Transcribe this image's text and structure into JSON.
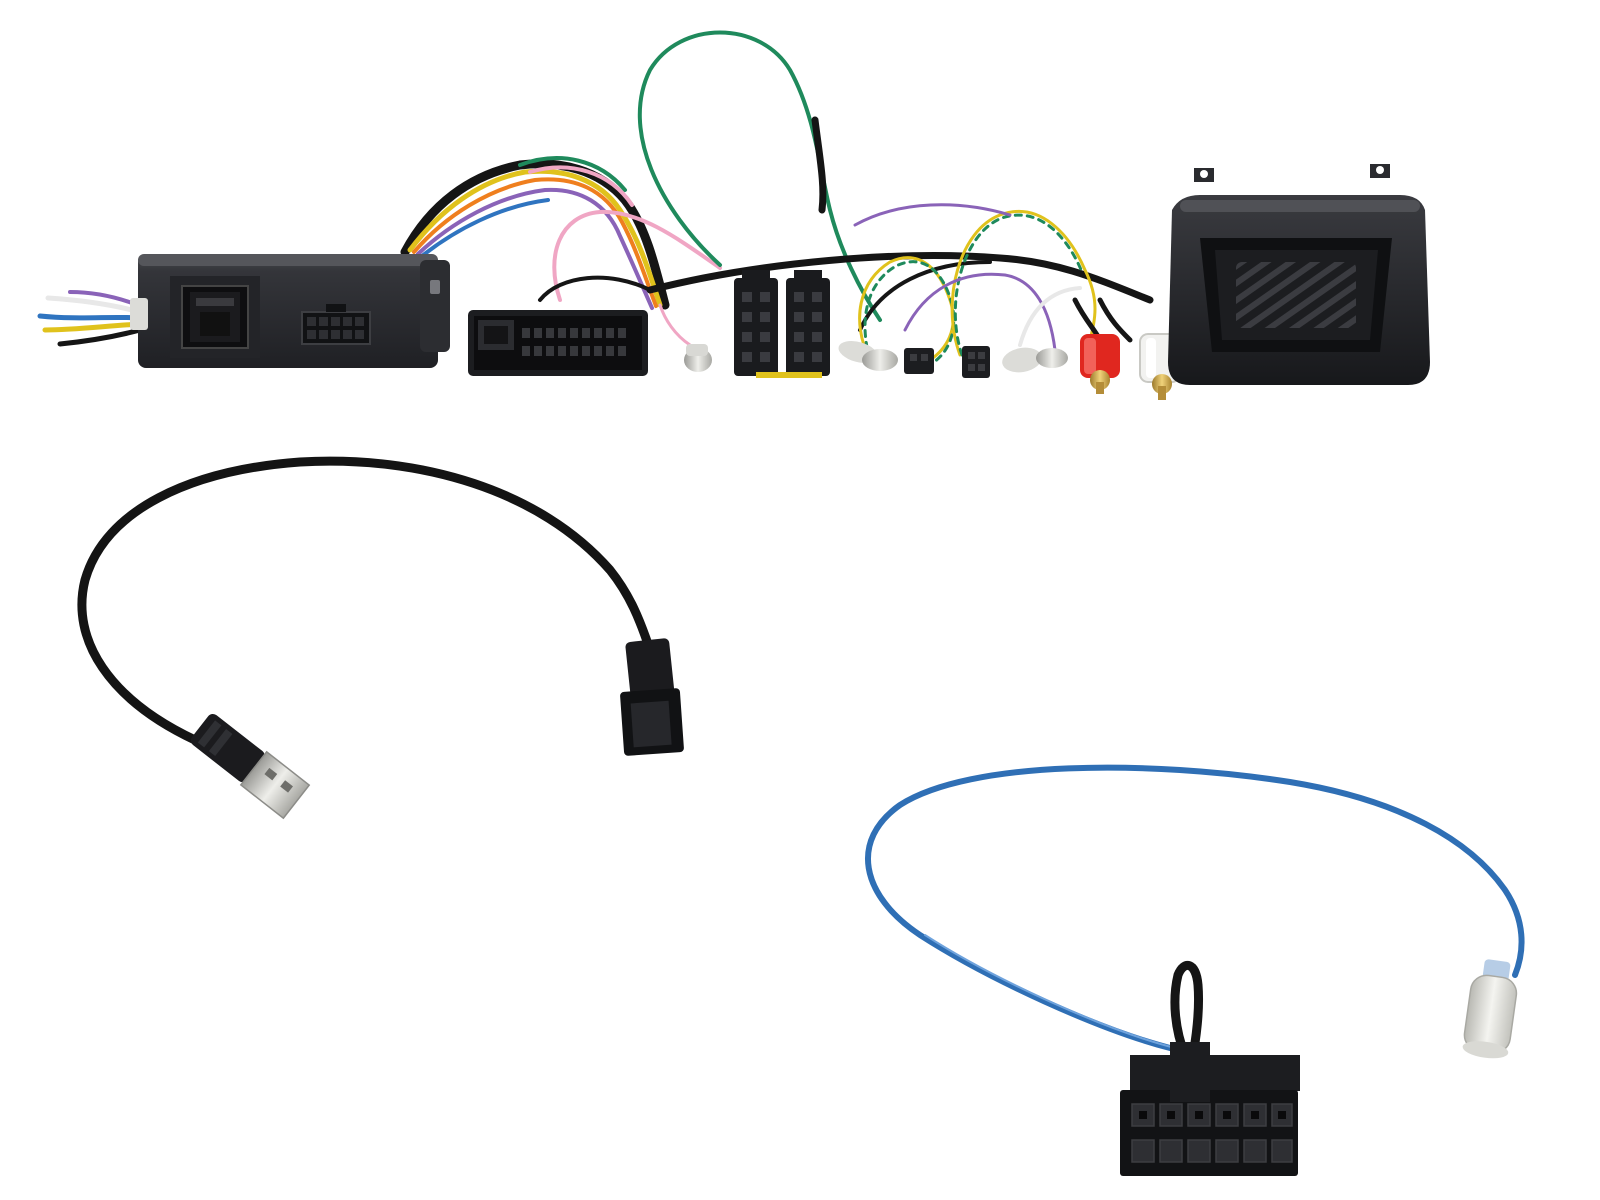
{
  "image": {
    "background": "#ffffff",
    "subjects": [
      {
        "name": "control-interface-box",
        "kind": "module"
      },
      {
        "name": "quadlock-connector",
        "kind": "connector"
      },
      {
        "name": "iso-connectors",
        "kind": "connector"
      },
      {
        "name": "rca-plugs",
        "kind": "connector"
      },
      {
        "name": "speaker-module",
        "kind": "module"
      },
      {
        "name": "usb-lead",
        "kind": "cable"
      },
      {
        "name": "antenna-adapter-lead",
        "kind": "cable"
      }
    ],
    "colors": {
      "housing": "#2a2b2f",
      "housing_light": "#45464b",
      "wire_black": "#151515",
      "wire_green": "#1f8a5c",
      "wire_yellow": "#e0c21c",
      "wire_orange": "#ef7f1e",
      "wire_pink": "#f0a6c4",
      "wire_purple": "#8a63b8",
      "wire_blue": "#2f74c0",
      "wire_white": "#e8e8e8",
      "wire_red": "#d32b23",
      "wire_brown": "#7a4b2a",
      "cable_blue": "#2f6fb5",
      "rca_red": "#e0271f",
      "rca_white": "#f4f4f4",
      "gold": "#c9a24a",
      "chrome": "#d6d6d2"
    }
  }
}
